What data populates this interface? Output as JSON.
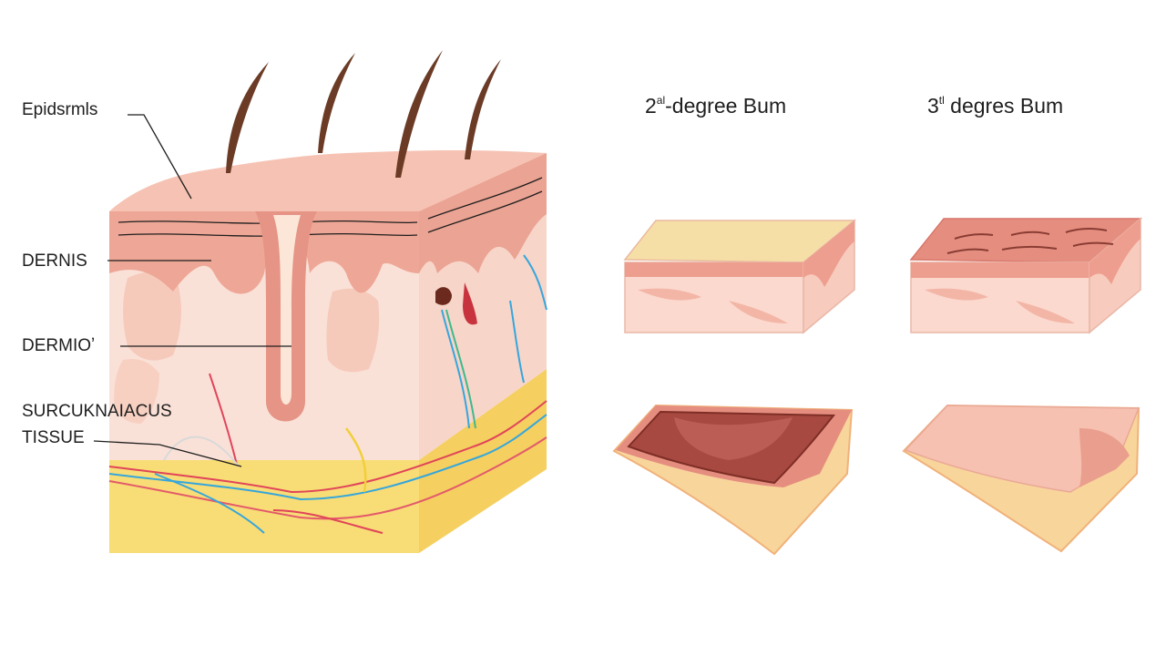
{
  "labels": {
    "epidermis": "Epidsrmls",
    "dermis": "DERNIS",
    "dermio": "DERMIOʼ",
    "subcut_line1": "SURCUKNAIACUS",
    "subcut_line2": "TISSUE"
  },
  "headings": {
    "second_degree_num": "2",
    "second_degree_sup": "al",
    "second_degree_text": "-degree Bum",
    "third_degree_num": "3",
    "third_degree_sup": "tl",
    "third_degree_text": " degres Bum"
  },
  "colors": {
    "skin_light": "#f9d6cb",
    "skin_mid": "#f2b3a3",
    "skin_dark": "#e58e80",
    "fat_yellow": "#f8dc75",
    "hair": "#6b3b26",
    "vessel_red": "#e0455a",
    "vessel_blue": "#35a6dc",
    "burn_dark": "#a74940",
    "scab_tan": "#f6dfa6"
  },
  "icons": {
    "hair": "hair-strand-icon",
    "follicle": "hair-follicle-icon",
    "gland": "sweat-gland-icon"
  }
}
